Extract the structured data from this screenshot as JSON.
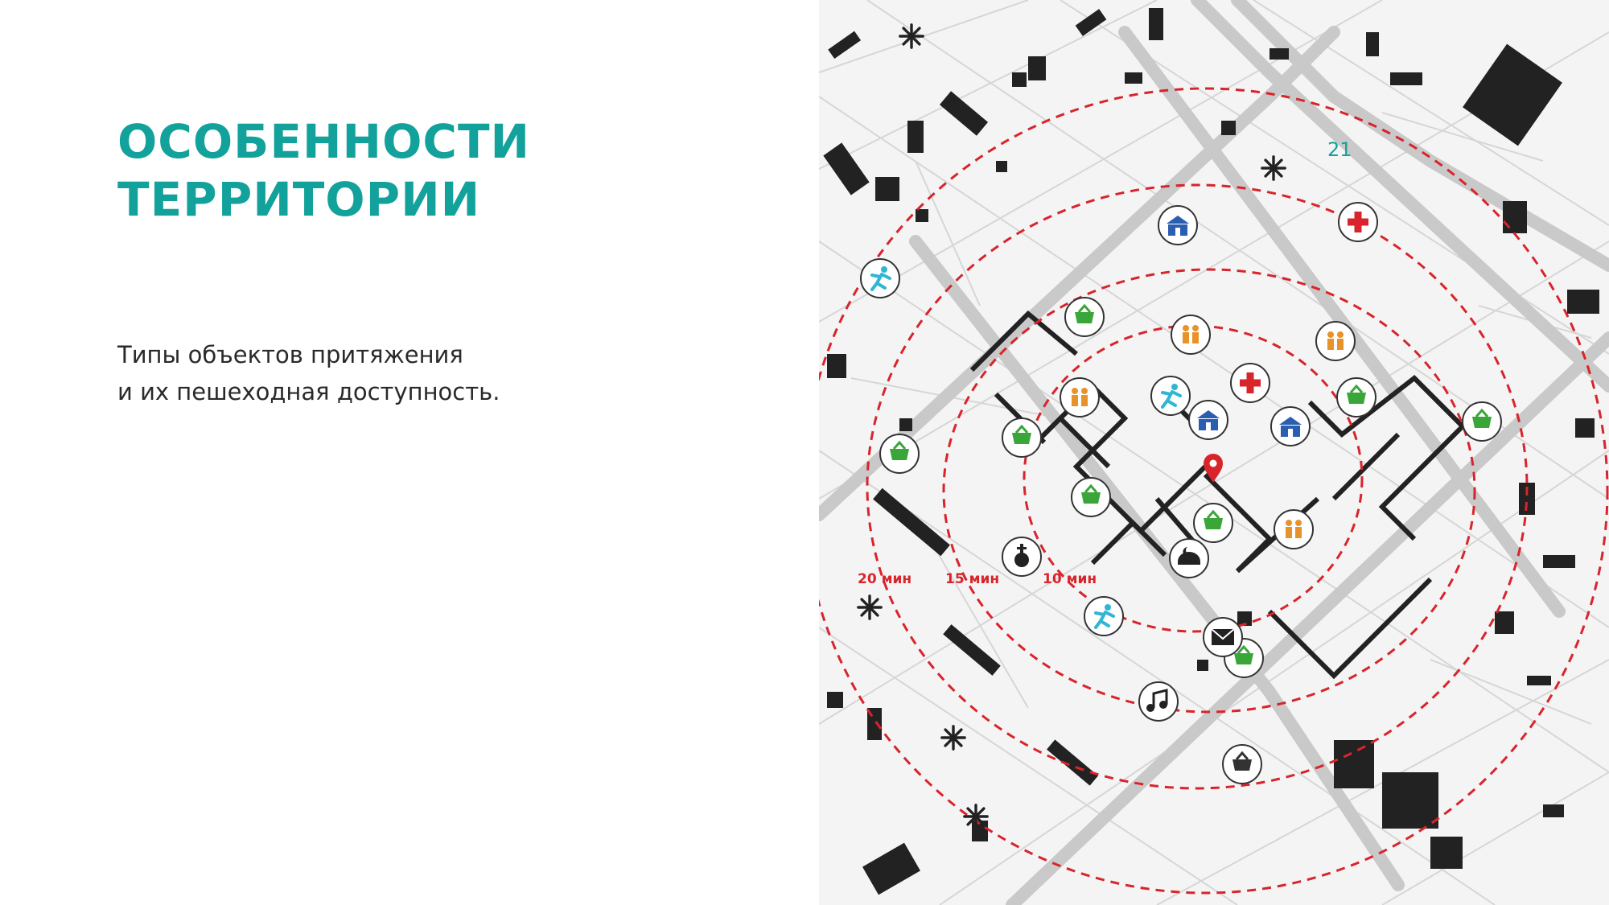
{
  "slide": {
    "title_lines": [
      "ОСОБЕННОСТИ",
      "ТЕРРИТОРИИ"
    ],
    "subtitle_lines": [
      "Типы объектов притяжения",
      "и их пешеходная доступность."
    ],
    "page_number": "21"
  },
  "map": {
    "ring_labels": [
      "20 мин",
      "15 мин",
      "10 мин"
    ],
    "colors": {
      "accent": "#12a29b",
      "ring": "#d8242b",
      "buildings": "#222222",
      "roads": "#c9c9c9",
      "shop": "#3aa63a",
      "child": "#e8922a",
      "sport": "#2fb6d3",
      "school": "#2a5fb0",
      "medical": "#d8242b"
    },
    "poi_icons": [
      "sport-icon",
      "school-icon",
      "medical-icon",
      "shop-icon",
      "child-icon",
      "location-pin-icon",
      "church-icon",
      "mosque-icon",
      "mail-icon",
      "music-icon",
      "snowflake-icon"
    ]
  }
}
